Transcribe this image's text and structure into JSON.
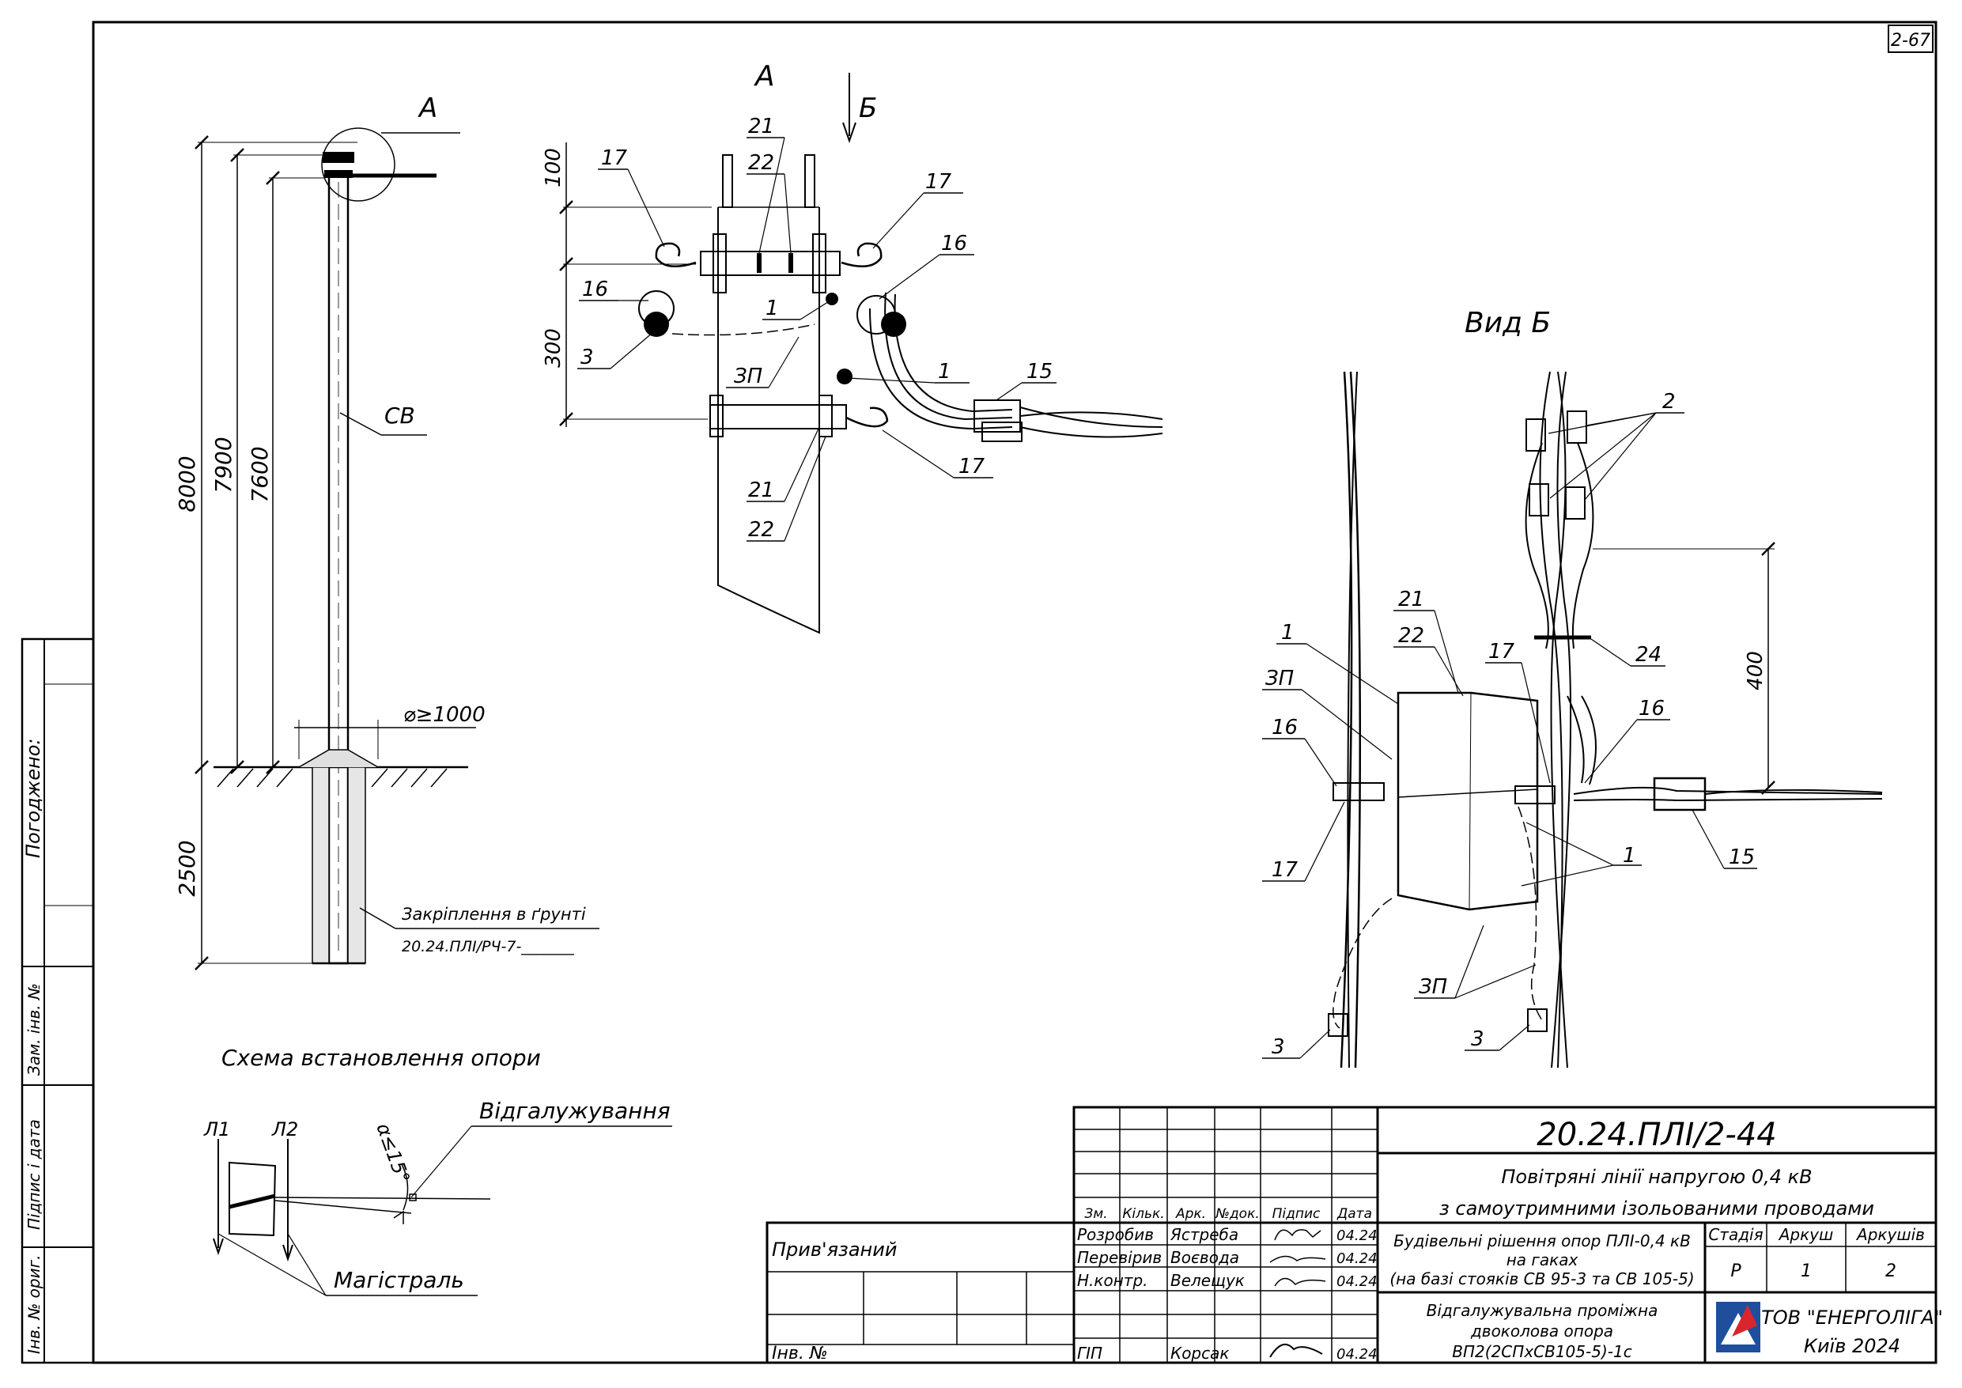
{
  "sheet": {
    "corner_code": "2-67",
    "approved_label": "Погоджено:",
    "side_stamp": [
      "Інв. № ориг.",
      "Підпис і дата",
      "Зам. інв. №"
    ]
  },
  "pole_elevation": {
    "view_label": "А",
    "dim_total": "8000",
    "dim_hook_upper": "7900",
    "dim_hook_lower": "7600",
    "dim_depth": "2500",
    "dim_pit": "⌀≥1000",
    "pole_label": "СВ",
    "foundation_label": "Закріплення в ґрунті",
    "foundation_ref": "20.24.ПЛІ/РЧ-7-_______"
  },
  "detail_a": {
    "title": "А",
    "arrow_label": "Б",
    "dim_top": "100",
    "dim_mid": "300",
    "callouts": [
      "21",
      "22",
      "17",
      "17",
      "16",
      "16",
      "1",
      "1",
      "3",
      "ЗП",
      "15",
      "17",
      "21",
      "22"
    ]
  },
  "view_b": {
    "title": "Вид Б",
    "dim_400": "400",
    "callouts": [
      "2",
      "21",
      "22",
      "1",
      "ЗП",
      "17",
      "24",
      "16",
      "16",
      "17",
      "1",
      "15",
      "ЗП",
      "3",
      "3"
    ]
  },
  "install_scheme": {
    "title": "Схема встановлення опори",
    "line1": "Л1",
    "line2": "Л2",
    "angle": "α≤15°",
    "branch": "Відгалужування",
    "main": "Магістраль"
  },
  "title_block": {
    "doc_code": "20.24.ПЛІ/2-44",
    "project_title_1": "Повітряні лінії напругою 0,4 кВ",
    "project_title_2": "з самоутримними ізольованими проводами",
    "sheet_title": [
      "Будівельні рішення опор ПЛІ-0,4 кВ",
      "на гаках",
      "(на базі стояків СВ 95-3 та СВ 105-5)"
    ],
    "object_title": [
      "Відгалужувальна проміжна",
      "двоколова опора",
      "ВП2(2СПхСВ105-5)-1с"
    ],
    "col_headers": [
      "Зм.",
      "Кільк.",
      "Арк.",
      "№док.",
      "Підпис",
      "Дата"
    ],
    "stage_headers": [
      "Стадія",
      "Аркуш",
      "Аркушів"
    ],
    "stage_values": [
      "Р",
      "1",
      "2"
    ],
    "roles": [
      {
        "role": "Розробив",
        "name": "Ястреба",
        "date": "04.24"
      },
      {
        "role": "Перевірив",
        "name": "Воєвода",
        "date": "04.24"
      },
      {
        "role": "Н.контр.",
        "name": "Велещук",
        "date": "04.24"
      },
      {
        "role": "ГІП",
        "name": "Корсак",
        "date": "04.24"
      }
    ],
    "bound_label": "Прив'язаний",
    "inv_label": "Інв. №",
    "company": "ТОВ \"ЕНЕРГОЛІГА\"",
    "city": "Київ 2024",
    "logo_color": "#1f4e9c",
    "logo_accent": "#d9262c"
  }
}
